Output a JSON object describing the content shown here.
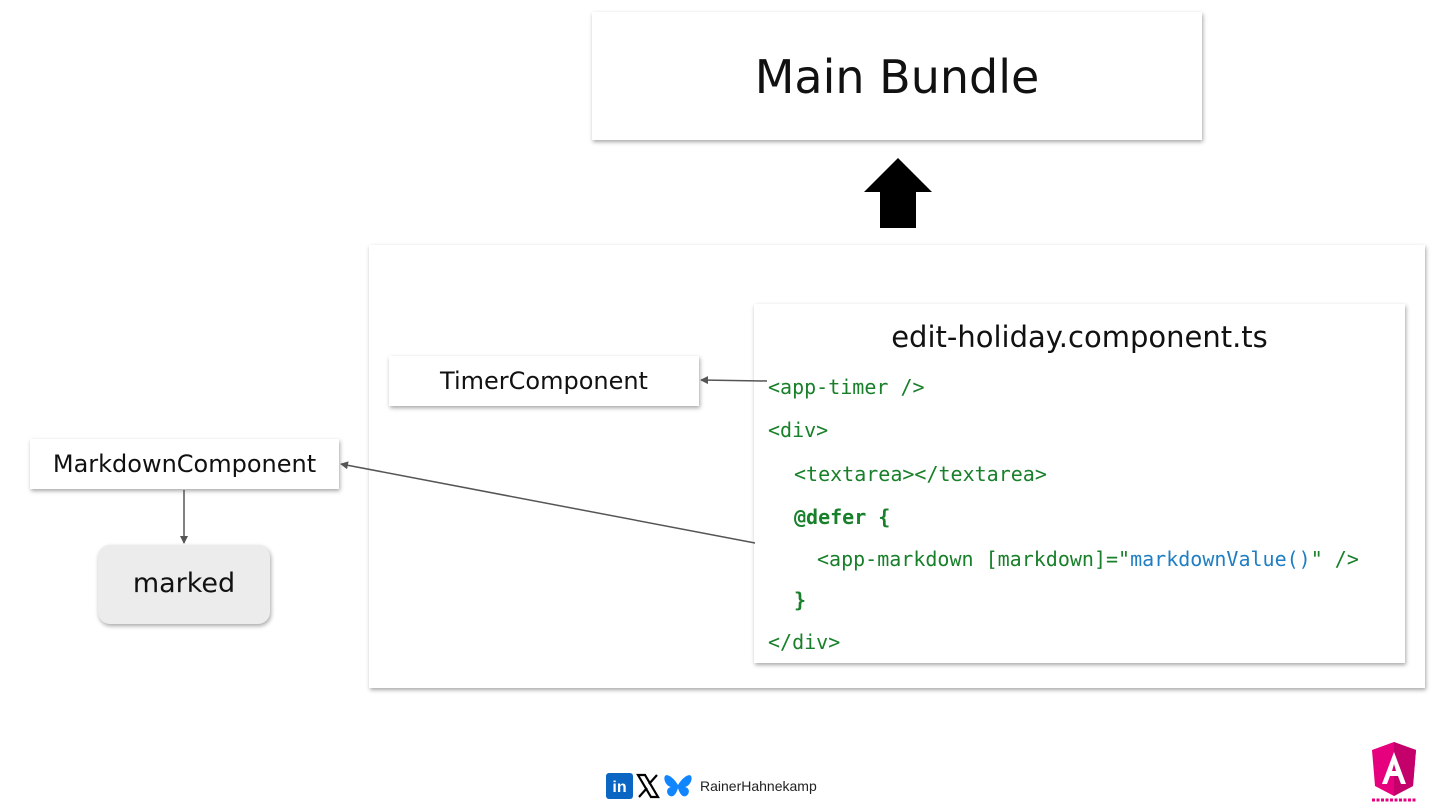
{
  "main_bundle": {
    "label": "Main Bundle"
  },
  "timer_component": {
    "label": "TimerComponent"
  },
  "markdown_component": {
    "label": "MarkdownComponent"
  },
  "marked": {
    "label": "marked"
  },
  "component_file": {
    "title": "edit-holiday.component.ts",
    "lines": {
      "app_timer": "<app-timer />",
      "div_open": "<div>",
      "textarea": "<textarea></textarea>",
      "defer_keyword": "@defer {",
      "markdown_prefix": "<app-markdown [markdown]=\"",
      "markdown_fn": "markdownValue()",
      "markdown_suffix": "\" />",
      "defer_close": "}",
      "div_close": "</div>"
    }
  },
  "footer": {
    "author": "RainerHahnekamp",
    "icons": [
      "linkedin-icon",
      "x-icon",
      "bluesky-icon"
    ]
  },
  "logo": {
    "icon": "angular-architects-logo"
  },
  "colors": {
    "code_green": "#18802a",
    "code_blue": "#1f7fc2",
    "marked_bg": "#ececec",
    "linkedin": "#0a66c2",
    "bluesky": "#1185fe",
    "logo_pink": "#e6007e"
  }
}
